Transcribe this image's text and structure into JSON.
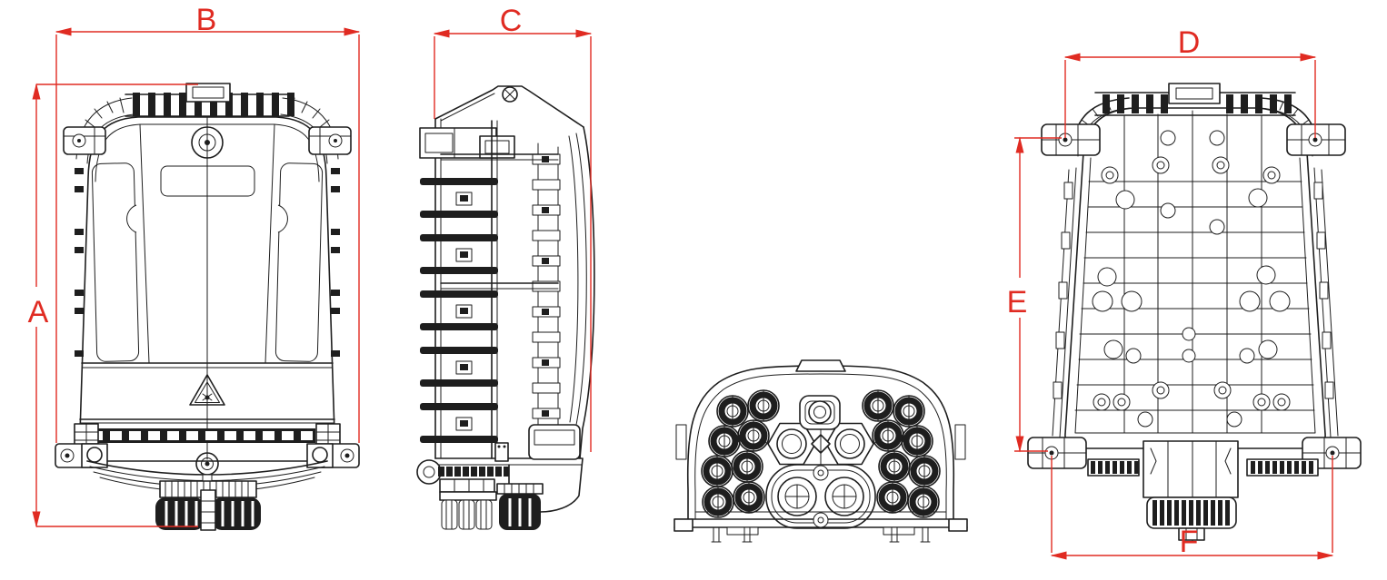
{
  "colors": {
    "background": "#ffffff",
    "line": "#1e1e1e",
    "dimension": "#e02b22"
  },
  "dimension_labels": {
    "A": "A",
    "B": "B",
    "C": "C",
    "D": "D",
    "E": "E",
    "F": "F"
  }
}
